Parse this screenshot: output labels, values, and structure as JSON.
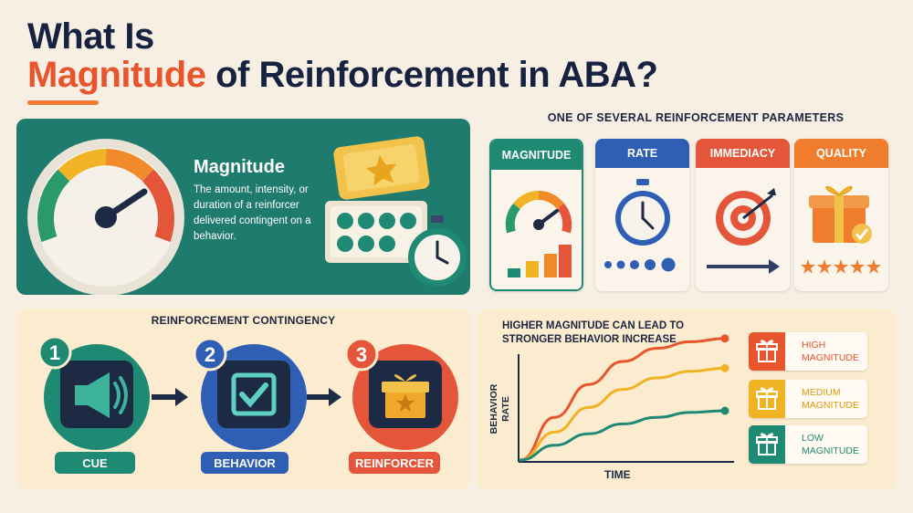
{
  "title": {
    "line1": "What Is",
    "highlight": "Magnitude",
    "rest": " of Reinforcement in ABA?"
  },
  "hero": {
    "title": "Magnitude",
    "description": "The amount, intensity, or duration of a reinforcer delivered contingent on a behavior."
  },
  "parameters": {
    "title": "ONE OF SEVERAL REINFORCEMENT PARAMETERS",
    "items": [
      {
        "label": "MAGNITUDE",
        "color": "#1f8a74",
        "icon": "gauge-with-bars-icon"
      },
      {
        "label": "RATE",
        "color": "#2f5fb5",
        "icon": "stopwatch-icon"
      },
      {
        "label": "IMMEDIACY",
        "color": "#e4553a",
        "icon": "target-arrow-icon"
      },
      {
        "label": "QUALITY",
        "color": "#ef7d2d",
        "icon": "gift-stars-icon"
      }
    ]
  },
  "contingency": {
    "title": "REINFORCEMENT CONTINGENCY",
    "steps": [
      {
        "number": "1",
        "label": "CUE",
        "color": "#1f8a74",
        "icon": "megaphone-icon"
      },
      {
        "number": "2",
        "label": "BEHAVIOR",
        "color": "#2f5fb5",
        "icon": "checkbox-icon"
      },
      {
        "number": "3",
        "label": "REINFORCER",
        "color": "#e4553a",
        "icon": "gift-icon"
      }
    ]
  },
  "chart": {
    "title": "HIGHER MAGNITUDE CAN LEAD TO STRONGER BEHAVIOR INCREASE",
    "xlabel": "TIME",
    "ylabel_line1": "BEHAVIOR",
    "ylabel_line2": "RATE",
    "legend": [
      {
        "line1": "HIGH",
        "line2": "MAGNITUDE",
        "color": "#e8552c"
      },
      {
        "line1": "MEDIUM",
        "line2": "MAGNITUDE",
        "color": "#f0b323"
      },
      {
        "line1": "LOW",
        "line2": "MAGNITUDE",
        "color": "#1f8a74"
      }
    ]
  },
  "chart_data": {
    "type": "line",
    "x": [
      0,
      1,
      2,
      3,
      4,
      5,
      6
    ],
    "series": [
      {
        "name": "HIGH MAGNITUDE",
        "values": [
          0,
          2.6,
          4.6,
          6.0,
          6.8,
          7.2,
          7.4
        ]
      },
      {
        "name": "MEDIUM MAGNITUDE",
        "values": [
          0,
          1.7,
          3.2,
          4.3,
          5.0,
          5.4,
          5.6
        ]
      },
      {
        "name": "LOW MAGNITUDE",
        "values": [
          0,
          0.9,
          1.6,
          2.2,
          2.6,
          2.9,
          3.0
        ]
      }
    ],
    "xlim": [
      0,
      6
    ],
    "ylim": [
      0,
      8
    ],
    "title": "HIGHER MAGNITUDE CAN LEAD TO STRONGER BEHAVIOR INCREASE",
    "xlabel": "TIME",
    "ylabel": "BEHAVIOR RATE",
    "grid": false,
    "legend": "right"
  }
}
